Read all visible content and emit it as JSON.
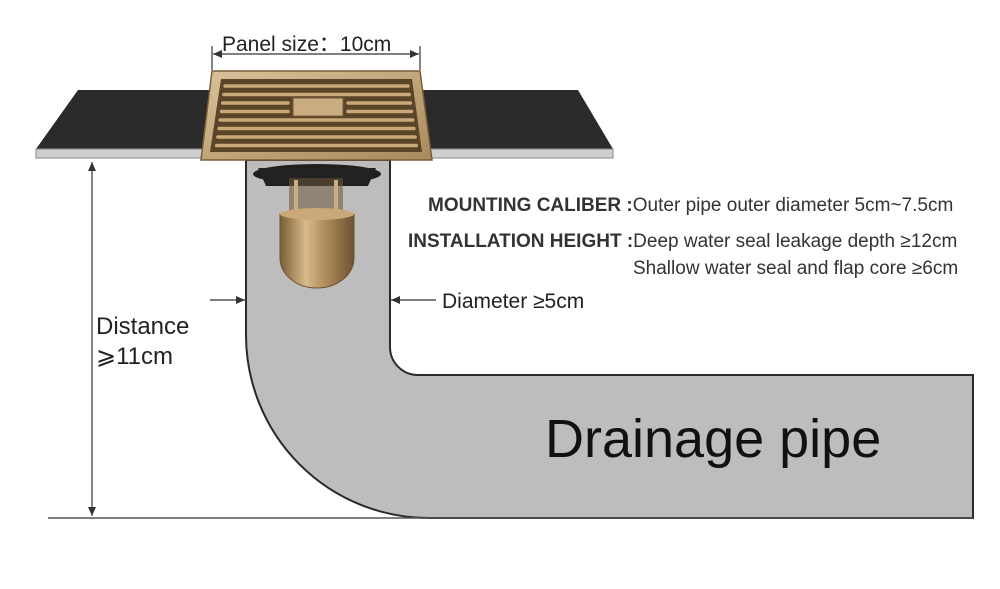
{
  "labels": {
    "panel_size": "Panel size：10cm",
    "distance_line1": "Distance",
    "distance_line2": "⩾11cm",
    "diameter": "Diameter ≥5cm",
    "drainage_pipe": "Drainage pipe"
  },
  "specs": [
    {
      "key": "MOUNTING CALIBER :",
      "value": "Outer pipe outer diameter 5cm~7.5cm"
    },
    {
      "key": "INSTALLATION HEIGHT :",
      "value": "Deep water seal leakage depth ≥12cm"
    },
    {
      "key": "",
      "value": "Shallow water seal and flap core ≥6cm"
    }
  ],
  "colors": {
    "floor_slab": "#2b2b2b",
    "floor_edge": "#cfcfcf",
    "pipe_fill": "#bdbdbd",
    "pipe_stroke": "#2a2a2a",
    "brass": "#c7a878",
    "brass_dark": "#8a6b43",
    "line": "#333333"
  }
}
